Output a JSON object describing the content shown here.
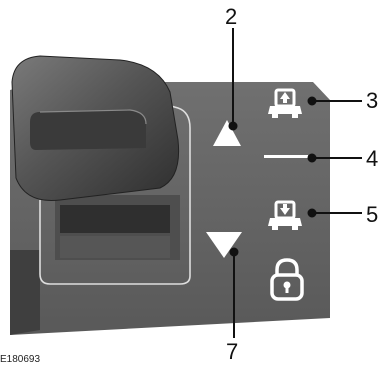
{
  "callouts": {
    "c2": "2",
    "c3": "3",
    "c4": "4",
    "c5": "5",
    "c7": "7"
  },
  "figure_id": "E180693",
  "icons": {
    "up_arrow": "up-triangle-icon",
    "down_arrow": "down-triangle-icon",
    "raise": "vehicle-raise-icon",
    "normal": "normal-height-line-icon",
    "lower": "vehicle-lower-icon",
    "lock": "lock-icon"
  },
  "colors": {
    "panel": "#666666",
    "panel_dark": "#3b3b3b",
    "knob": "#4a4a4a",
    "symbol": "#ffffff",
    "leader": "#111111"
  }
}
